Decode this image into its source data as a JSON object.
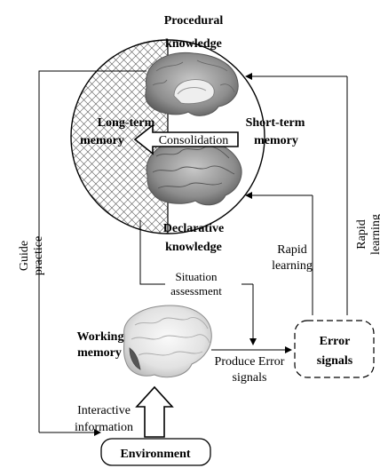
{
  "labels": {
    "procedural_1": "Procedural",
    "procedural_2": "knowledge",
    "long_term_1": "Long-term",
    "long_term_2": "memory",
    "short_term_1": "Short-term",
    "short_term_2": "memory",
    "consolidation": "Consolidation",
    "declarative_1": "Declarative",
    "declarative_2": "knowledge",
    "rapid_learning_inner_1": "Rapid",
    "rapid_learning_inner_2": "learning",
    "rapid_learning_outer_1": "Rapid",
    "rapid_learning_outer_2": "learning",
    "guide_1": "Guide",
    "guide_2": "practice",
    "situation_1": "Situation",
    "situation_2": "assessment",
    "working_1": "Working",
    "working_2": "memory",
    "produce_1": "Produce Error",
    "produce_2": "signals",
    "error_1": "Error",
    "error_2": "signals",
    "interactive_1": "Interactive",
    "interactive_2": "information",
    "environment": "Environment"
  },
  "icons": {
    "brain_sagittal": "brain-sagittal-icon",
    "brain_lateral": "brain-lateral-icon",
    "brain_working": "brain-working-icon"
  }
}
